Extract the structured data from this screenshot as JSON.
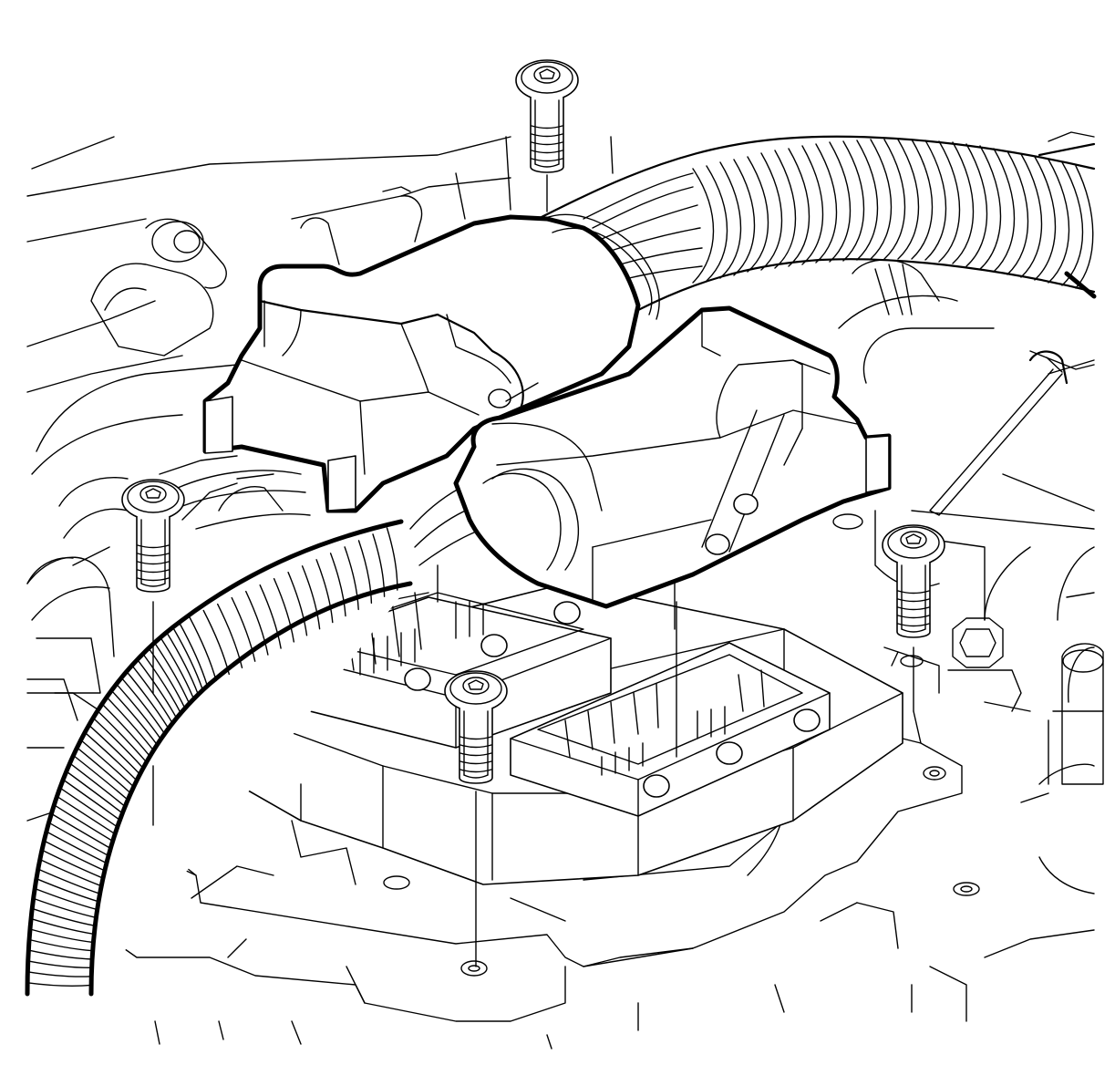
{
  "figure": {
    "parts": [
      {
        "name": "harness-connector-left",
        "icon": "connector-icon"
      },
      {
        "name": "harness-connector-right",
        "icon": "connector-icon"
      },
      {
        "name": "wiring-harness-conduit",
        "icon": "conduit-icon"
      },
      {
        "name": "control-module-housing",
        "icon": "module-icon"
      },
      {
        "name": "module-socket-left",
        "icon": "socket-icon"
      },
      {
        "name": "module-socket-right",
        "icon": "socket-icon"
      },
      {
        "name": "bolt-top",
        "icon": "bolt-icon"
      },
      {
        "name": "bolt-left",
        "icon": "bolt-icon"
      },
      {
        "name": "bolt-center",
        "icon": "bolt-icon"
      },
      {
        "name": "bolt-right",
        "icon": "bolt-icon"
      }
    ],
    "colors": {
      "line": "#000000",
      "background": "#ffffff"
    }
  }
}
